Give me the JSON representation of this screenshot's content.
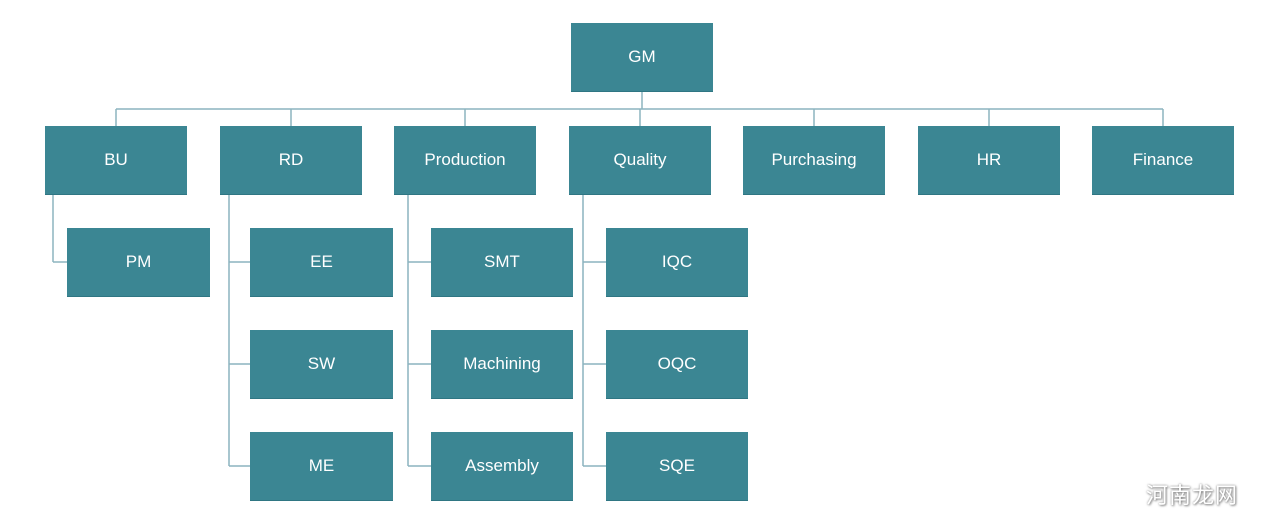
{
  "colors": {
    "box_fill": "#3b8693",
    "box_text": "#ffffff",
    "connector": "#8cb4bf",
    "background": "#ffffff"
  },
  "org": {
    "root": "GM",
    "departments": [
      {
        "label": "BU",
        "children": [
          "PM"
        ]
      },
      {
        "label": "RD",
        "children": [
          "EE",
          "SW",
          "ME"
        ]
      },
      {
        "label": "Production",
        "children": [
          "SMT",
          "Machining",
          "Assembly"
        ]
      },
      {
        "label": "Quality",
        "children": [
          "IQC",
          "OQC",
          "SQE"
        ]
      },
      {
        "label": "Purchasing",
        "children": []
      },
      {
        "label": "HR",
        "children": []
      },
      {
        "label": "Finance",
        "children": []
      }
    ]
  },
  "watermark": "河南龙网"
}
